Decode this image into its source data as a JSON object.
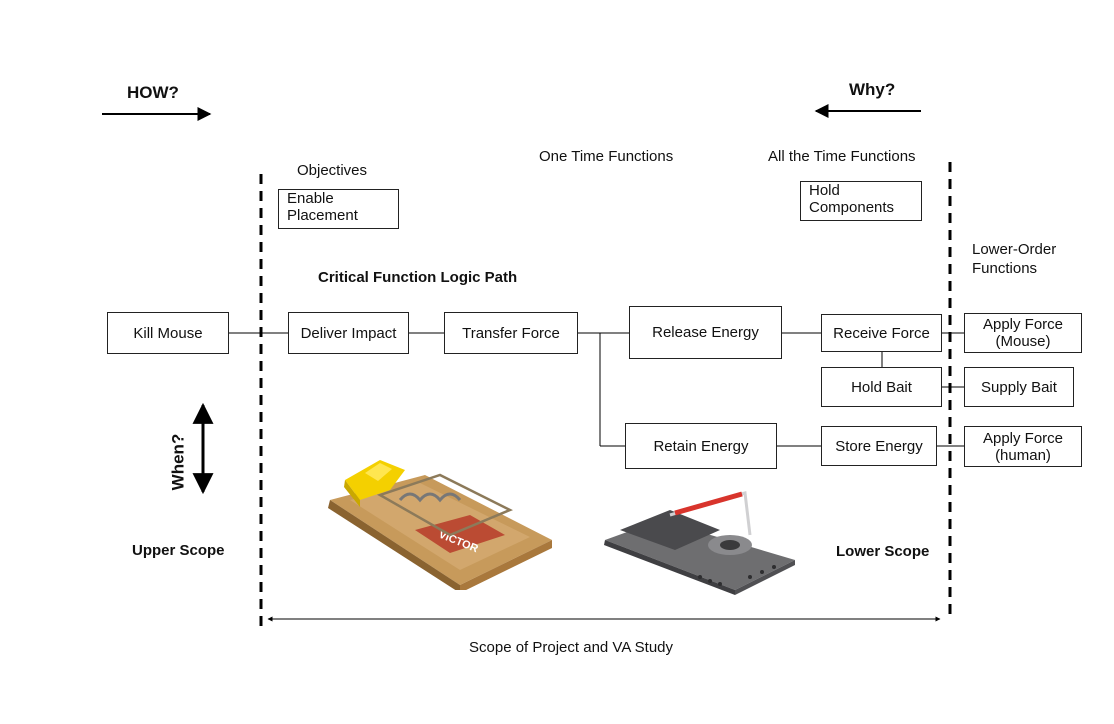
{
  "labels": {
    "how": "HOW?",
    "why": "Why?",
    "when": "When?",
    "objectives": "Objectives",
    "one_time": "One Time  Functions",
    "all_time": "All the Time Functions",
    "lower_order_1": "Lower-Order",
    "lower_order_2": "Functions",
    "critical_path": "Critical Function Logic Path",
    "upper_scope": "Upper Scope",
    "lower_scope": "Lower Scope",
    "project_scope": "Scope of Project and VA Study"
  },
  "boxes": {
    "kill_mouse": "Kill Mouse",
    "enable_placement_1": "Enable",
    "enable_placement_2": "Placement",
    "hold_components_1": "Hold",
    "hold_components_2": "Components",
    "deliver_impact": "Deliver Impact",
    "transfer_force": "Transfer Force",
    "release_energy": "Release Energy",
    "receive_force": "Receive Force",
    "apply_force_mouse_1": "Apply Force",
    "apply_force_mouse_2": "(Mouse)",
    "hold_bait": "Hold Bait",
    "supply_bait": "Supply Bait",
    "retain_energy": "Retain Energy",
    "store_energy": "Store Energy",
    "apply_force_human_1": "Apply Force",
    "apply_force_human_2": "(human)"
  },
  "images": {
    "wooden_trap_logo": "VICTOR"
  }
}
